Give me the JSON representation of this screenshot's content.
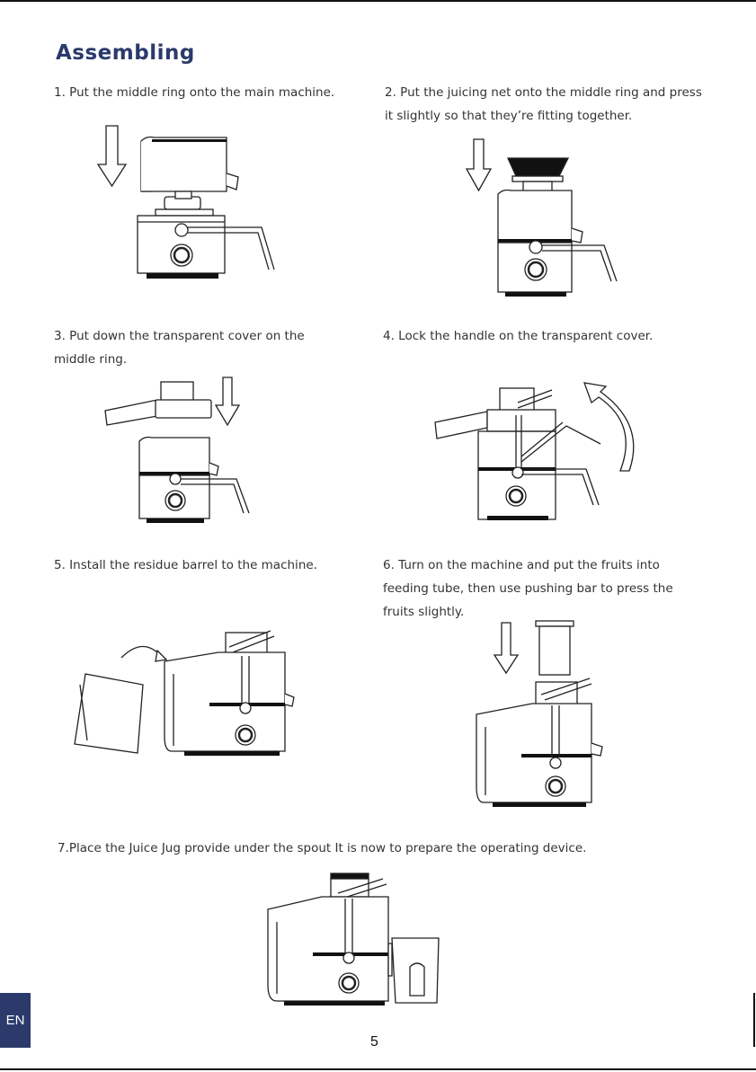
{
  "page": {
    "title": "Assembling",
    "language_tab": "EN",
    "page_number": "5"
  },
  "steps": [
    {
      "id": 1,
      "text": "1. Put the middle ring onto the main machine."
    },
    {
      "id": 2,
      "text": "2. Put the juicing net onto the middle ring and   press it slightly so that they’re fitting together."
    },
    {
      "id": 3,
      "text": "3. Put down the transparent cover on the middle ring."
    },
    {
      "id": 4,
      "text": "4. Lock the handle on the transparent cover."
    },
    {
      "id": 5,
      "text": "5. Install the residue barrel to the machine."
    },
    {
      "id": 6,
      "text": "6. Turn on the machine and put the fruits into feeding tube, then use pushing bar to press the fruits slightly."
    },
    {
      "id": 7,
      "text": "7.Place the Juice Jug provide under the spout It is now to prepare the operating device."
    }
  ]
}
